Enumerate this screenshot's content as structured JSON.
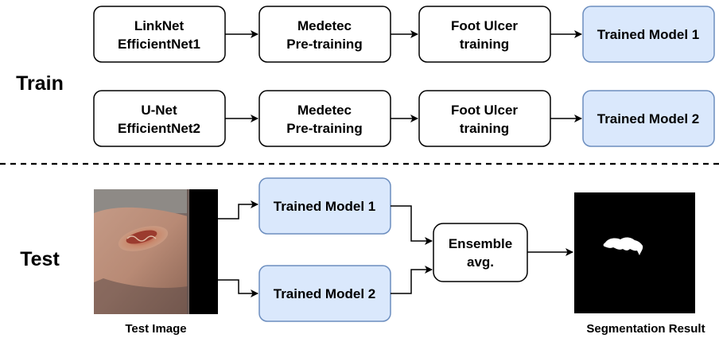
{
  "sections": {
    "train_label": "Train",
    "test_label": "Test"
  },
  "train": {
    "pipeline1": {
      "model": [
        "LinkNet",
        "EfficientNet1"
      ],
      "pretrain": [
        "Medetec",
        "Pre-training"
      ],
      "train": [
        "Foot Ulcer",
        "training"
      ],
      "result": "Trained Model 1"
    },
    "pipeline2": {
      "model": [
        "U-Net",
        "EfficientNet2"
      ],
      "pretrain": [
        "Medetec",
        "Pre-training"
      ],
      "train": [
        "Foot Ulcer",
        "training"
      ],
      "result": "Trained Model 2"
    }
  },
  "test": {
    "model1": "Trained Model 1",
    "model2": "Trained Model 2",
    "ensemble": [
      "Ensemble",
      "avg."
    ],
    "test_image_caption": "Test Image",
    "result_caption": "Segmentation Result"
  },
  "colors": {
    "highlight_fill": "#dae8fc",
    "highlight_stroke": "#6c8ebf",
    "box_fill": "#ffffff",
    "stroke": "#000000"
  }
}
